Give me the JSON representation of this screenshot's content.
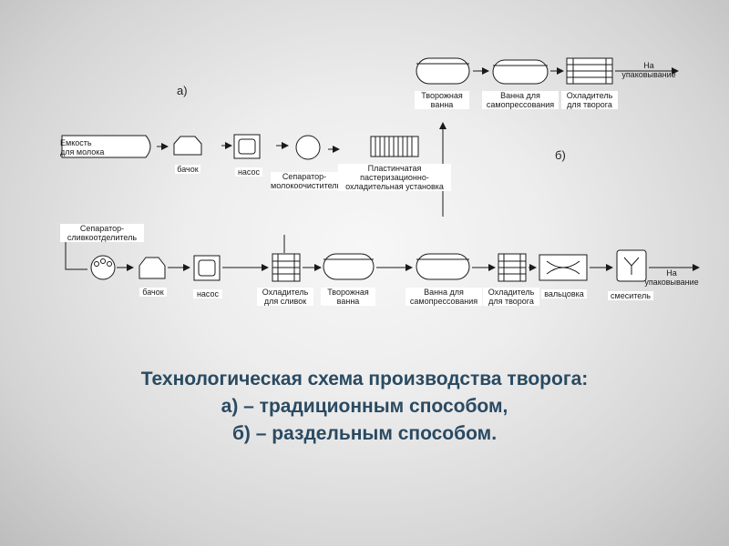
{
  "scheme_a": {
    "marker": "а)",
    "labels": {
      "tank": "Емкость\nдля молока",
      "bucket": "бачок",
      "pump": "насос",
      "separator": "Сепаратор-\nмолокоочиститель",
      "plate_unit": "Пластинчатая\nпастеризационно-\nохладительная установка",
      "curd_vat": "Творожная\nванна",
      "press_vat": "Ванна для\nсамопрессования",
      "curd_cooler": "Охладитель\nдля творога",
      "out": "На\nупаковывание"
    }
  },
  "scheme_b": {
    "marker": "б)",
    "labels": {
      "separator": "Сепаратор-\nсливкоотделитель",
      "bucket": "бачок",
      "pump": "насос",
      "cream_cooler": "Охладитель\nдля сливок",
      "curd_vat": "Творожная\nванна",
      "press_vat": "Ванна для\nсамопрессования",
      "curd_cooler": "Охладитель\nдля творога",
      "roller": "вальцовка",
      "mixer": "смеситель",
      "out": "На\nупаковывание"
    }
  },
  "caption": {
    "line1": "Технологическая схема производства творога:",
    "line2": "а) – традиционным способом,",
    "line3": "б) – раздельным способом."
  },
  "colors": {
    "caption": "#2a4a62",
    "line": "#1a1a1a"
  }
}
